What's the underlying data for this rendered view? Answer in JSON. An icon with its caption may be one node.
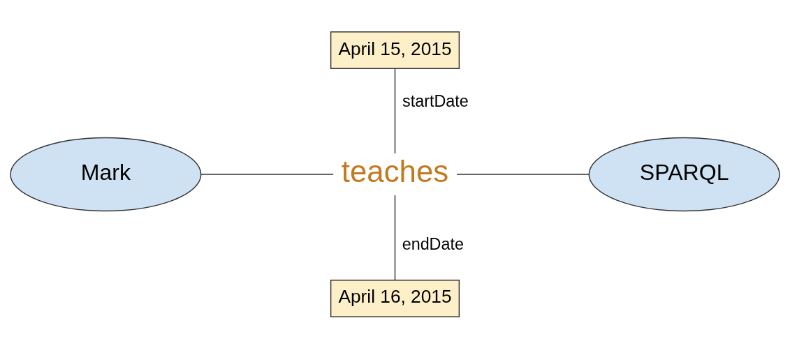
{
  "diagram": {
    "nodes": [
      {
        "text": [
          "April 15, 2015"
        ]
      },
      {
        "text": [
          "Mark"
        ]
      },
      {
        "text": [
          "teaches"
        ]
      },
      {
        "text": [
          "SPARQL"
        ]
      },
      {
        "text": [
          "April 16, 2015"
        ]
      }
    ],
    "edges": [
      {
        "from": 1,
        "to": 2,
        "arrow": "none"
      },
      {
        "from": 2,
        "to": 3,
        "arrow": "none"
      },
      {
        "from": 0,
        "to": 2,
        "arrow": "none",
        "label": "startDate"
      },
      {
        "from": 2,
        "to": 4,
        "arrow": "none",
        "label": "endDate"
      }
    ]
  }
}
